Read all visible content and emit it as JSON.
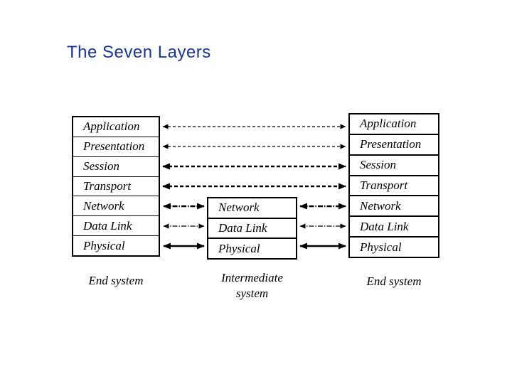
{
  "slide": {
    "title": "The Seven Layers",
    "title_color": "#17349f",
    "background_color": "#ffffff",
    "line_color": "#000000"
  },
  "left_stack": {
    "label": "End system",
    "layers": [
      "Application",
      "Presentation",
      "Session",
      "Transport",
      "Network",
      "Data Link",
      "Physical"
    ]
  },
  "middle_stack": {
    "label_line1": "Intermediate",
    "label_line2": "system",
    "layers": [
      "Network",
      "Data Link",
      "Physical"
    ]
  },
  "right_stack": {
    "label": "End system",
    "layers": [
      "Application",
      "Presentation",
      "Session",
      "Transport",
      "Network",
      "Data Link",
      "Physical"
    ]
  }
}
